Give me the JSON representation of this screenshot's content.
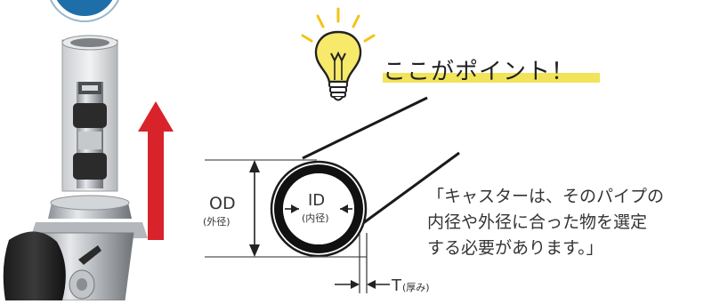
{
  "point": {
    "title": "ここがポイント！"
  },
  "labels": {
    "od": "OD",
    "od_sub": "(外径)",
    "id": "ID",
    "id_sub": "(内径)",
    "t": "T",
    "t_sub": "(厚み)"
  },
  "quote": {
    "line1": "「キャスターは、そのパイプの",
    "line2": "内径や外径に合った物を選定",
    "line3": "する必要があります。」"
  },
  "colors": {
    "arrow_red": "#d9232a",
    "highlight_yellow": "#f2e45a",
    "badge_blue": "#1e6fa8",
    "bulb_yellow": "#f7e96a",
    "ray_yellow": "#f4c21a"
  }
}
